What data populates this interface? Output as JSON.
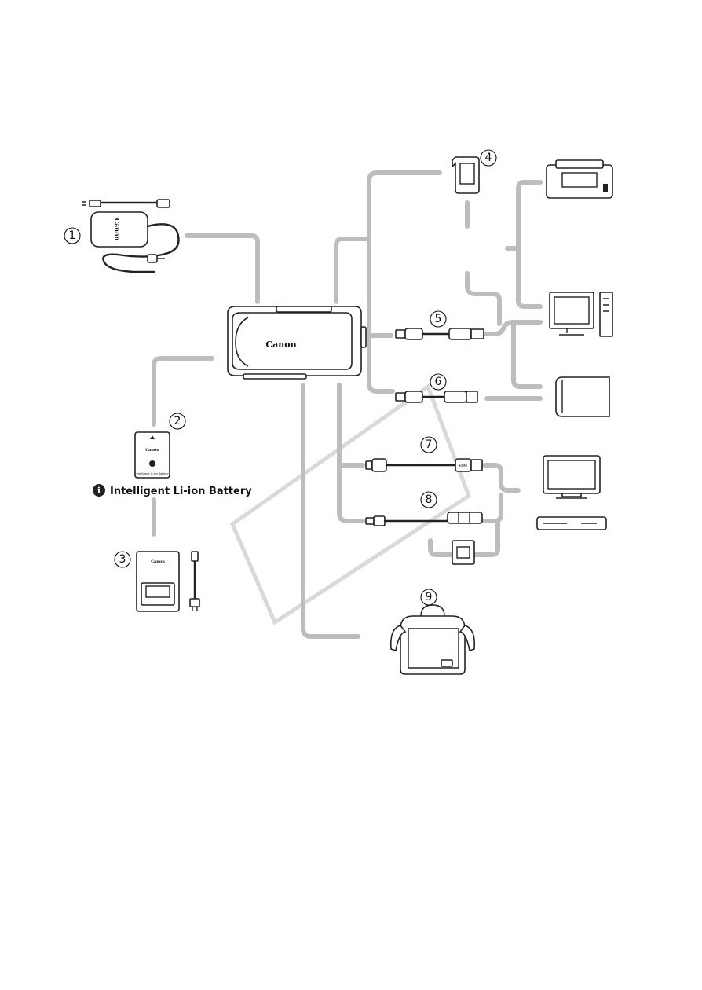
{
  "brand": "Canon",
  "battery_caption": "Intelligent Li-ion Battery",
  "battery_info_glyph": "i",
  "battery_small_text": "Intelligent Li-ion Battery",
  "hdmi_text": "HDMI",
  "item_numbers": [
    "1",
    "2",
    "3",
    "4",
    "5",
    "6",
    "7",
    "8",
    "9"
  ],
  "icons": {
    "camcorder": "camcorder-icon",
    "power_adapter": "compact-power-adapter-icon",
    "battery": "battery-pack-icon",
    "charger": "battery-charger-icon",
    "memory_card": "memory-card-icon",
    "usb_cable": "usb-cable-icon",
    "usb_adapter_cable": "usb-adapter-cable-icon",
    "hdmi_cable": "hdmi-cable-icon",
    "av_cable": "stereo-video-cable-icon",
    "scart_adapter": "scart-adapter-icon",
    "soft_case": "soft-carrying-case-icon",
    "printer": "printer-icon",
    "computer": "computer-icon",
    "external_drive": "external-hard-drive-icon",
    "tv": "tv-icon",
    "recorder": "video-recorder-icon"
  }
}
